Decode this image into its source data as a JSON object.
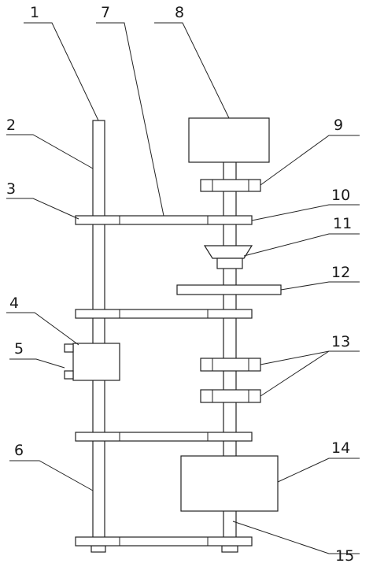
{
  "figure": {
    "labels": {
      "l1": "1",
      "l2": "2",
      "l3": "3",
      "l4": "4",
      "l5": "5",
      "l6": "6",
      "l7": "7",
      "l8": "8",
      "l9": "9",
      "l10": "10",
      "l11": "11",
      "l12": "12",
      "l13": "13",
      "l14": "14",
      "l15": "15"
    }
  }
}
